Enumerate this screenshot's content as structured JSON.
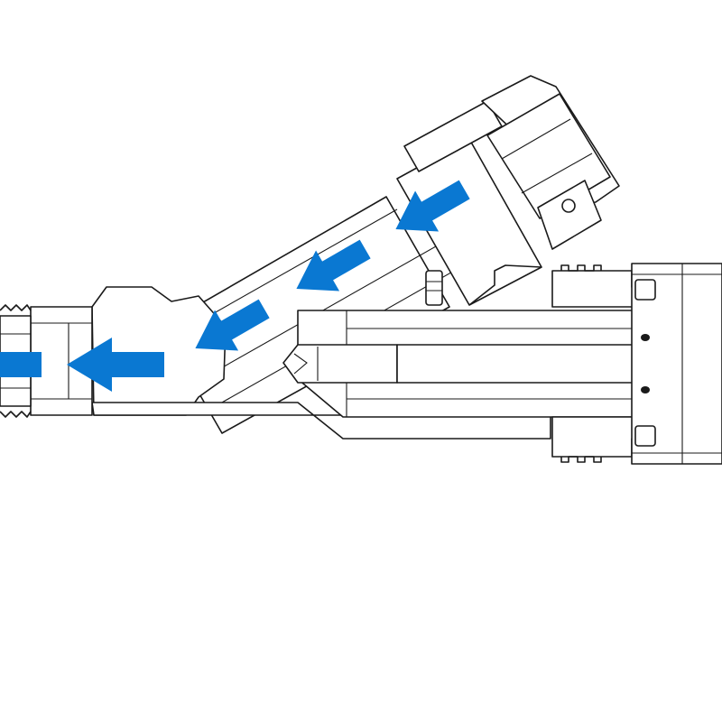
{
  "diagram": {
    "subject": "",
    "colors": {
      "line": "#1a1a1a",
      "background": "#ffffff",
      "flow_arrow": "#0a78d2"
    },
    "flow_arrows": [
      {
        "id": "arrow-branch-1",
        "direction": "down-left"
      },
      {
        "id": "arrow-branch-2",
        "direction": "down-left"
      },
      {
        "id": "arrow-branch-3",
        "direction": "down-left"
      },
      {
        "id": "arrow-outlet",
        "direction": "left"
      },
      {
        "id": "arrow-outlet-tail",
        "direction": "left"
      }
    ]
  }
}
